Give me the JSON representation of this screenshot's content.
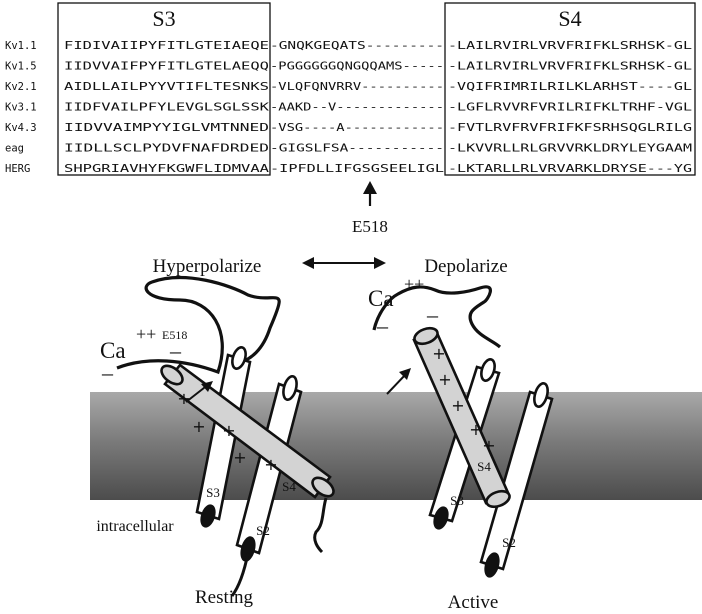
{
  "alignment": {
    "s3_title": "S3",
    "s4_title": "S4",
    "rows": [
      {
        "name": "Kv1.1",
        "s3": "FIDIVAIIPYFITLGTEIAEQE",
        "linker": "-GNQKGEQATS---------",
        "s4": "-LAILRVIRLVRVFRIFKLSRHSK-GL"
      },
      {
        "name": "Kv1.5",
        "s3": "IIDVVAIFPYFITLGTELAEQQ",
        "linker": "-PGGGGGGQNGQQAMS-----",
        "s4": "-LAILRVIRLVRVFRIFKLSRHSK-GL"
      },
      {
        "name": "Kv2.1",
        "s3": "AIDLLAILPYYVTIFLTESNKS",
        "linker": "-VLQFQNVRRV----------",
        "s4": "-VQIFRIMRILRILKLARHST----GL"
      },
      {
        "name": "Kv3.1",
        "s3": "IIDFVAILPFYLEVGLSGLSSK",
        "linker": "-AAKD--V-------------",
        "s4": "-LGFLRVVRFVRILRIFKLTRHF-VGL"
      },
      {
        "name": "Kv4.3",
        "s3": "IIDVVAIMPYYIGLVMTNNED",
        "linker": "-VSG----A------------",
        "s4": "-FVTLRVFRVFRIFKFSRHSQGLRILG"
      },
      {
        "name": "eag",
        "s3": "IIDLLSCLPYDVFNAFDRDED",
        "linker": "-GIGSLFSA-----------",
        "s4": "-LKVVRLLRLGRVVRKLDRYLEYGAAM"
      },
      {
        "name": "HERG",
        "s3": "SHPGRIAVHYFKGWFLIDMVAA",
        "linker": "-IPFDLLIFGSGSEELIGL",
        "s4": "-LKTARLLRLVRVARKLDRYSE---YG"
      }
    ],
    "marker_label": "E518"
  },
  "diagram": {
    "hyperpolarize": "Hyperpolarize",
    "depolarize": "Depolarize",
    "ca_left": "Ca",
    "ca_right": "Ca",
    "ca_charge": "++",
    "e518_small": "E518",
    "minus": "–",
    "plus": "+",
    "left_s3": "S3",
    "left_s4": "S4",
    "left_s2": "S2",
    "right_s3": "S3",
    "right_s4": "S4",
    "right_s2": "S2",
    "intracellular": "intracellular",
    "resting": "Resting",
    "active": "Active"
  },
  "colors": {
    "membrane_light": "#bdbdbd",
    "membrane_dark": "#5f5f5f",
    "s4_fill": "#d3d3d3",
    "ink": "#111111"
  }
}
